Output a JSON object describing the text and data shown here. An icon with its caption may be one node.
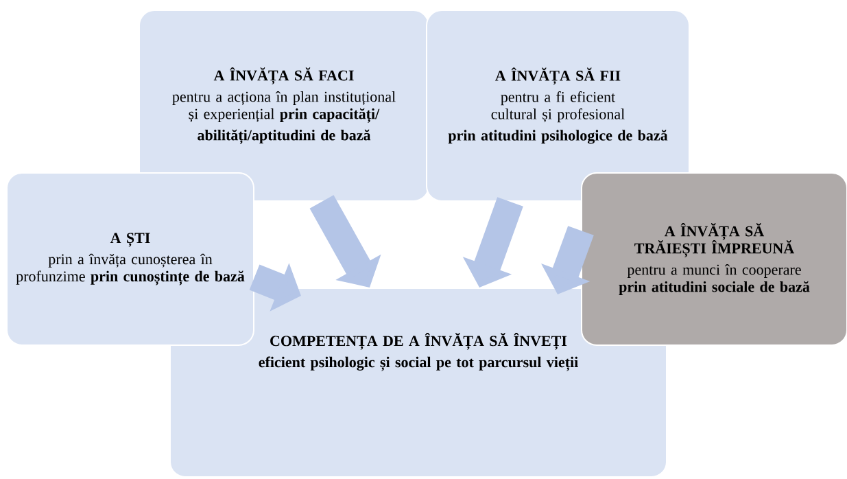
{
  "diagram": {
    "nodes": [
      {
        "text": [
          "A ÎNVĂȚA SĂ FACI",
          "pentru a acționa în plan instituțional și experiențial **prin capacități/**",
          "abilități/aptitudini de bază"
        ]
      },
      {
        "text": [
          "A ÎNVĂȚA SĂ FII",
          "pentru a fi eficient cultural și profesional",
          "prin atitudini psihologice de bază"
        ]
      },
      {
        "text": [
          "A ȘTI",
          "prin a învăța cunoșterea în profunzime **prin cunoștințe de bază**"
        ]
      },
      {
        "text": [
          "A ÎNVĂȚA SĂ TRĂIEȘTI ÎMPREUNĂ",
          "pentru a munci în cooperare **prin atitudini sociale de bază**"
        ]
      },
      {
        "text": [
          "COMPETENȚA DE A ÎNVĂȚA SĂ ÎNVEȚI",
          "eficient psihologic și social pe tot parcursul vieții"
        ]
      }
    ],
    "edges": [
      {
        "from": 0,
        "to": 4,
        "arrow": "to"
      },
      {
        "from": 1,
        "to": 4,
        "arrow": "to"
      },
      {
        "from": 2,
        "to": 4,
        "arrow": "to"
      },
      {
        "from": 3,
        "to": 4,
        "arrow": "to"
      }
    ]
  }
}
